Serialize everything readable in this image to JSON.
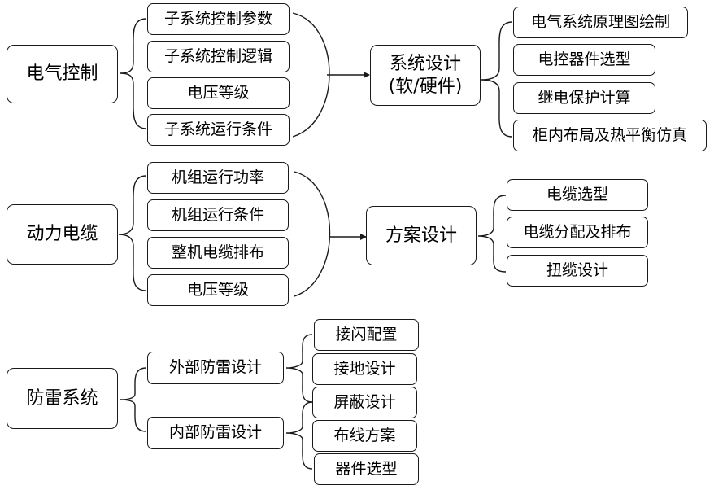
{
  "sections": {
    "electrical": {
      "title": "电气控制",
      "inputs": [
        "子系统控制参数",
        "子系统控制逻辑",
        "电压等级",
        "子系统运行条件"
      ],
      "result_line1": "系统设计",
      "result_line2": "(软/硬件)",
      "outputs": [
        "电气系统原理图绘制",
        "电控器件选型",
        "继电保护计算",
        "柜内布局及热平衡仿真"
      ]
    },
    "power_cable": {
      "title": "动力电缆",
      "inputs": [
        "机组运行功率",
        "机组运行条件",
        "整机电缆排布",
        "电压等级"
      ],
      "result": "方案设计",
      "outputs": [
        "电缆选型",
        "电缆分配及排布",
        "扭缆设计"
      ]
    },
    "lightning": {
      "title": "防雷系统",
      "external": "外部防雷设计",
      "internal": "内部防雷设计",
      "outputs": [
        "接闪配置",
        "接地设计",
        "屏蔽设计",
        "布线方案",
        "器件选型"
      ]
    }
  }
}
